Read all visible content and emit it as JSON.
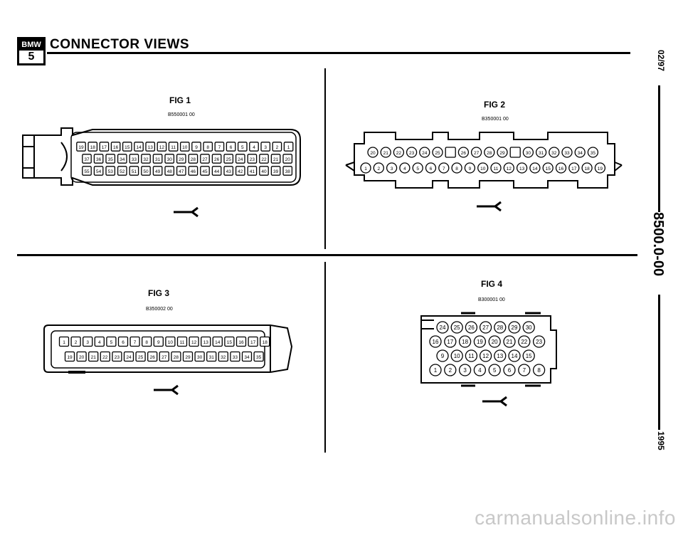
{
  "header": {
    "logo_top": "BMW",
    "logo_bottom": "5",
    "title": "CONNECTOR VIEWS"
  },
  "side": {
    "date": "02/97",
    "page": "8500.0-00",
    "year": "1995"
  },
  "figures": [
    {
      "label": "FIG 1",
      "code": "B550001 00"
    },
    {
      "label": "FIG 2",
      "code": "B350001 00"
    },
    {
      "label": "FIG 3",
      "code": "B350002 00"
    },
    {
      "label": "FIG 4",
      "code": "B300001 00"
    }
  ],
  "fig1": {
    "row1": [
      "19",
      "18",
      "17",
      "16",
      "15",
      "14",
      "13",
      "12",
      "11",
      "10",
      "9",
      "8",
      "7",
      "6",
      "5",
      "4",
      "3",
      "2",
      "1"
    ],
    "row2": [
      "37",
      "36",
      "35",
      "34",
      "33",
      "32",
      "31",
      "30",
      "29",
      "28",
      "27",
      "26",
      "25",
      "24",
      "23",
      "22",
      "21",
      "20"
    ],
    "row3": [
      "55",
      "54",
      "53",
      "52",
      "51",
      "50",
      "49",
      "48",
      "47",
      "46",
      "45",
      "44",
      "43",
      "42",
      "41",
      "40",
      "39",
      "38"
    ]
  },
  "fig2": {
    "row1": [
      "20",
      "21",
      "22",
      "23",
      "24",
      "25",
      "",
      "26",
      "27",
      "28",
      "29",
      "",
      "30",
      "31",
      "32",
      "33",
      "34",
      "35"
    ],
    "row2": [
      "1",
      "2",
      "3",
      "4",
      "5",
      "6",
      "7",
      "8",
      "9",
      "10",
      "11",
      "12",
      "13",
      "14",
      "15",
      "16",
      "17",
      "18",
      "19"
    ]
  },
  "fig3": {
    "row1": [
      "1",
      "2",
      "3",
      "4",
      "5",
      "6",
      "7",
      "8",
      "9",
      "10",
      "11",
      "12",
      "13",
      "14",
      "15",
      "16",
      "17",
      "18"
    ],
    "row2": [
      "19",
      "20",
      "21",
      "22",
      "23",
      "24",
      "25",
      "26",
      "27",
      "28",
      "29",
      "30",
      "31",
      "32",
      "33",
      "34",
      "35"
    ]
  },
  "fig4": {
    "row1": [
      "24",
      "25",
      "26",
      "27",
      "28",
      "29",
      "30"
    ],
    "row2": [
      "16",
      "17",
      "18",
      "19",
      "20",
      "21",
      "22",
      "23"
    ],
    "row3": [
      "9",
      "10",
      "11",
      "12",
      "13",
      "14",
      "15"
    ],
    "row4": [
      "1",
      "2",
      "3",
      "4",
      "5",
      "6",
      "7",
      "8"
    ]
  },
  "watermark": "carmanualsonline.info"
}
